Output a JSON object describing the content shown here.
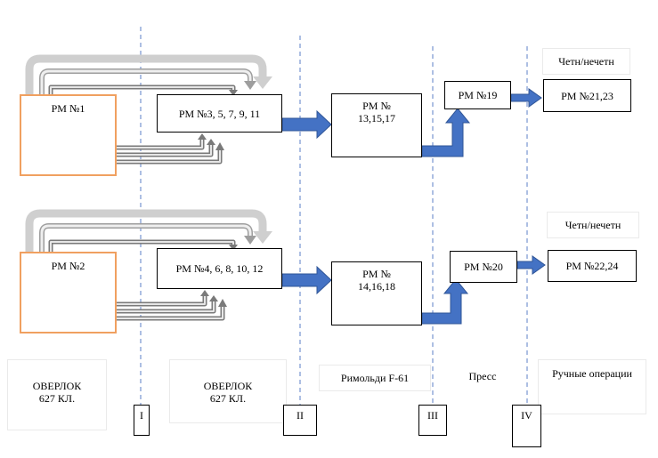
{
  "nodes": {
    "rm1": "РМ №1",
    "rm3": "РМ №3, 5, 7, 9, 11",
    "rm13": "РМ №\n13,15,17",
    "rm19": "РМ №19",
    "rm21": "РМ №21,23",
    "rm2": "РМ №2",
    "rm4": "РМ №4, 6, 8, 10, 12",
    "rm14": "РМ №\n14,16,18",
    "rm20": "РМ №20",
    "rm22": "РМ №22,24"
  },
  "parity_labels": {
    "top": "Четн/нечетн",
    "bottom": "Четн/нечетн"
  },
  "sections": {
    "overlock_1": "ОВЕРЛОК\n627 КЛ.",
    "overlock_2": "ОВЕРЛОК\n627 КЛ.",
    "rimoldi": "Римольди F-61",
    "press": "Пресс",
    "manual": "Ручные операции"
  },
  "stages": [
    "I",
    "II",
    "III",
    "IV"
  ],
  "colors": {
    "orange_border": "#f0a060",
    "blue_arrow": "#4472c4",
    "divider": "#5b7fc7",
    "gray_arrow": "#a8a8a8"
  }
}
